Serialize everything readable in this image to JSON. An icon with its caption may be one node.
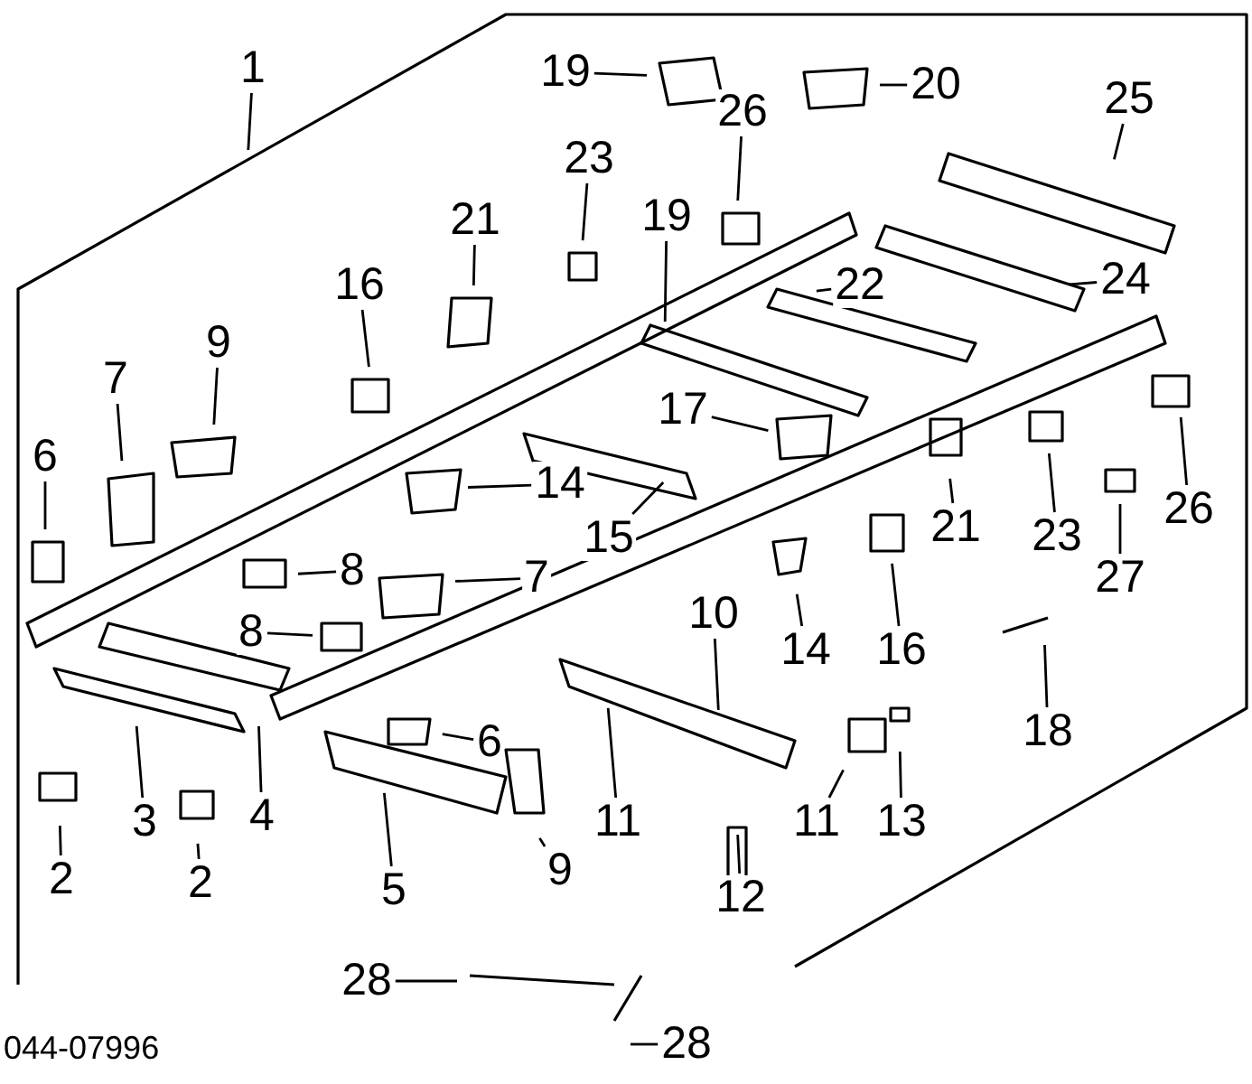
{
  "diagram": {
    "nodes": [
      {
        "text": [
          "1"
        ]
      },
      {
        "text": [
          "19"
        ]
      },
      {
        "text": [
          "20"
        ]
      },
      {
        "text": [
          "26"
        ]
      },
      {
        "text": [
          "25"
        ]
      },
      {
        "text": [
          "23"
        ]
      },
      {
        "text": [
          "21"
        ]
      },
      {
        "text": [
          "16"
        ]
      },
      {
        "text": [
          "9"
        ]
      },
      {
        "text": [
          "7"
        ]
      },
      {
        "text": [
          "6"
        ]
      },
      {
        "text": [
          "19"
        ]
      },
      {
        "text": [
          "22"
        ]
      },
      {
        "text": [
          "24"
        ]
      },
      {
        "text": [
          "17"
        ]
      },
      {
        "text": [
          "14"
        ]
      },
      {
        "text": [
          "15"
        ]
      },
      {
        "text": [
          "8"
        ]
      },
      {
        "text": [
          "7"
        ]
      },
      {
        "text": [
          "8"
        ]
      },
      {
        "text": [
          "10"
        ]
      },
      {
        "text": [
          "14"
        ]
      },
      {
        "text": [
          "6"
        ]
      },
      {
        "text": [
          "2"
        ]
      },
      {
        "text": [
          "3"
        ]
      },
      {
        "text": [
          "4"
        ]
      },
      {
        "text": [
          "2"
        ]
      },
      {
        "text": [
          "5"
        ]
      },
      {
        "text": [
          "9"
        ]
      },
      {
        "text": [
          "11"
        ]
      },
      {
        "text": [
          "12"
        ]
      },
      {
        "text": [
          "11"
        ]
      },
      {
        "text": [
          "13"
        ]
      },
      {
        "text": [
          "16"
        ]
      },
      {
        "text": [
          "21"
        ]
      },
      {
        "text": [
          "23"
        ]
      },
      {
        "text": [
          "26"
        ]
      },
      {
        "text": [
          "27"
        ]
      },
      {
        "text": [
          "18"
        ]
      },
      {
        "text": [
          "28"
        ]
      },
      {
        "text": [
          "28"
        ]
      }
    ],
    "edges": [
      {
        "from": 0,
        "to": null,
        "arrow": "none"
      },
      {
        "from": 1,
        "to": null,
        "arrow": "none"
      },
      {
        "from": 2,
        "to": null,
        "arrow": "none"
      },
      {
        "from": 3,
        "to": null,
        "arrow": "none"
      },
      {
        "from": 4,
        "to": null,
        "arrow": "none"
      },
      {
        "from": 5,
        "to": null,
        "arrow": "none"
      },
      {
        "from": 6,
        "to": null,
        "arrow": "none"
      },
      {
        "from": 7,
        "to": null,
        "arrow": "none"
      },
      {
        "from": 8,
        "to": null,
        "arrow": "none"
      },
      {
        "from": 9,
        "to": null,
        "arrow": "none"
      },
      {
        "from": 10,
        "to": null,
        "arrow": "none"
      },
      {
        "from": 11,
        "to": null,
        "arrow": "none"
      },
      {
        "from": 12,
        "to": null,
        "arrow": "none"
      },
      {
        "from": 13,
        "to": null,
        "arrow": "none"
      },
      {
        "from": 14,
        "to": null,
        "arrow": "none"
      },
      {
        "from": 15,
        "to": null,
        "arrow": "none"
      },
      {
        "from": 16,
        "to": null,
        "arrow": "none"
      },
      {
        "from": 17,
        "to": null,
        "arrow": "none"
      },
      {
        "from": 18,
        "to": null,
        "arrow": "none"
      },
      {
        "from": 19,
        "to": null,
        "arrow": "none"
      },
      {
        "from": 20,
        "to": null,
        "arrow": "none"
      },
      {
        "from": 21,
        "to": null,
        "arrow": "none"
      },
      {
        "from": 22,
        "to": null,
        "arrow": "none"
      },
      {
        "from": 23,
        "to": null,
        "arrow": "none"
      },
      {
        "from": 24,
        "to": null,
        "arrow": "none"
      },
      {
        "from": 25,
        "to": null,
        "arrow": "none"
      },
      {
        "from": 26,
        "to": null,
        "arrow": "none"
      },
      {
        "from": 27,
        "to": null,
        "arrow": "none"
      },
      {
        "from": 28,
        "to": null,
        "arrow": "none"
      },
      {
        "from": 29,
        "to": null,
        "arrow": "none"
      },
      {
        "from": 30,
        "to": null,
        "arrow": "none"
      },
      {
        "from": 31,
        "to": null,
        "arrow": "none"
      },
      {
        "from": 32,
        "to": null,
        "arrow": "none"
      },
      {
        "from": 33,
        "to": null,
        "arrow": "none"
      },
      {
        "from": 34,
        "to": null,
        "arrow": "none"
      },
      {
        "from": 35,
        "to": null,
        "arrow": "none"
      },
      {
        "from": 36,
        "to": null,
        "arrow": "none"
      },
      {
        "from": 37,
        "to": null,
        "arrow": "none"
      },
      {
        "from": 38,
        "to": null,
        "arrow": "none"
      },
      {
        "from": 39,
        "to": null,
        "arrow": "none"
      },
      {
        "from": 40,
        "to": null,
        "arrow": "none"
      }
    ],
    "labels": [
      "044-07996"
    ]
  }
}
